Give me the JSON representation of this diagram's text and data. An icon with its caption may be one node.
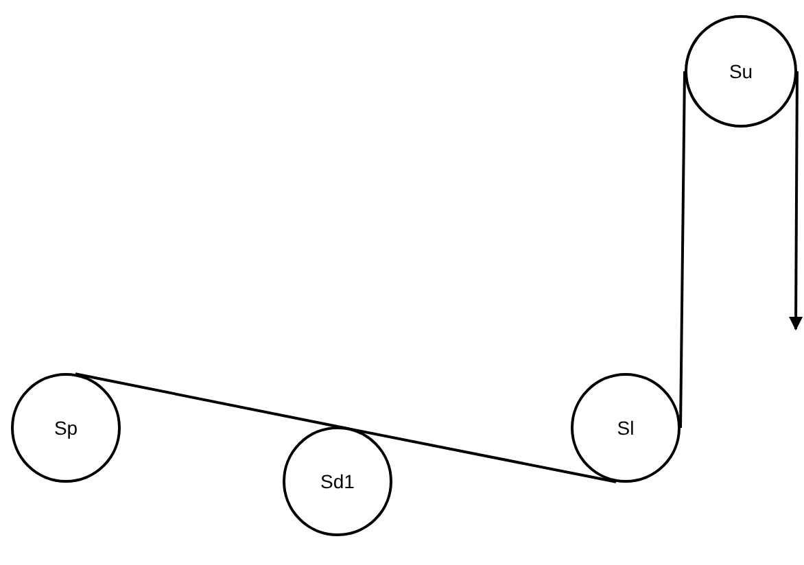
{
  "diagram": {
    "nodes": [
      {
        "text": [
          "Sp"
        ]
      },
      {
        "text": [
          "Sd1"
        ]
      },
      {
        "text": [
          "Sl"
        ]
      },
      {
        "text": [
          "Su"
        ]
      }
    ],
    "edges": [
      {
        "from": 0,
        "to": 1,
        "arrow": "none"
      },
      {
        "from": 1,
        "to": 2,
        "arrow": "none"
      },
      {
        "from": 2,
        "to": 3,
        "arrow": "none"
      },
      {
        "from": 3,
        "to": null,
        "arrow": "to"
      }
    ]
  }
}
